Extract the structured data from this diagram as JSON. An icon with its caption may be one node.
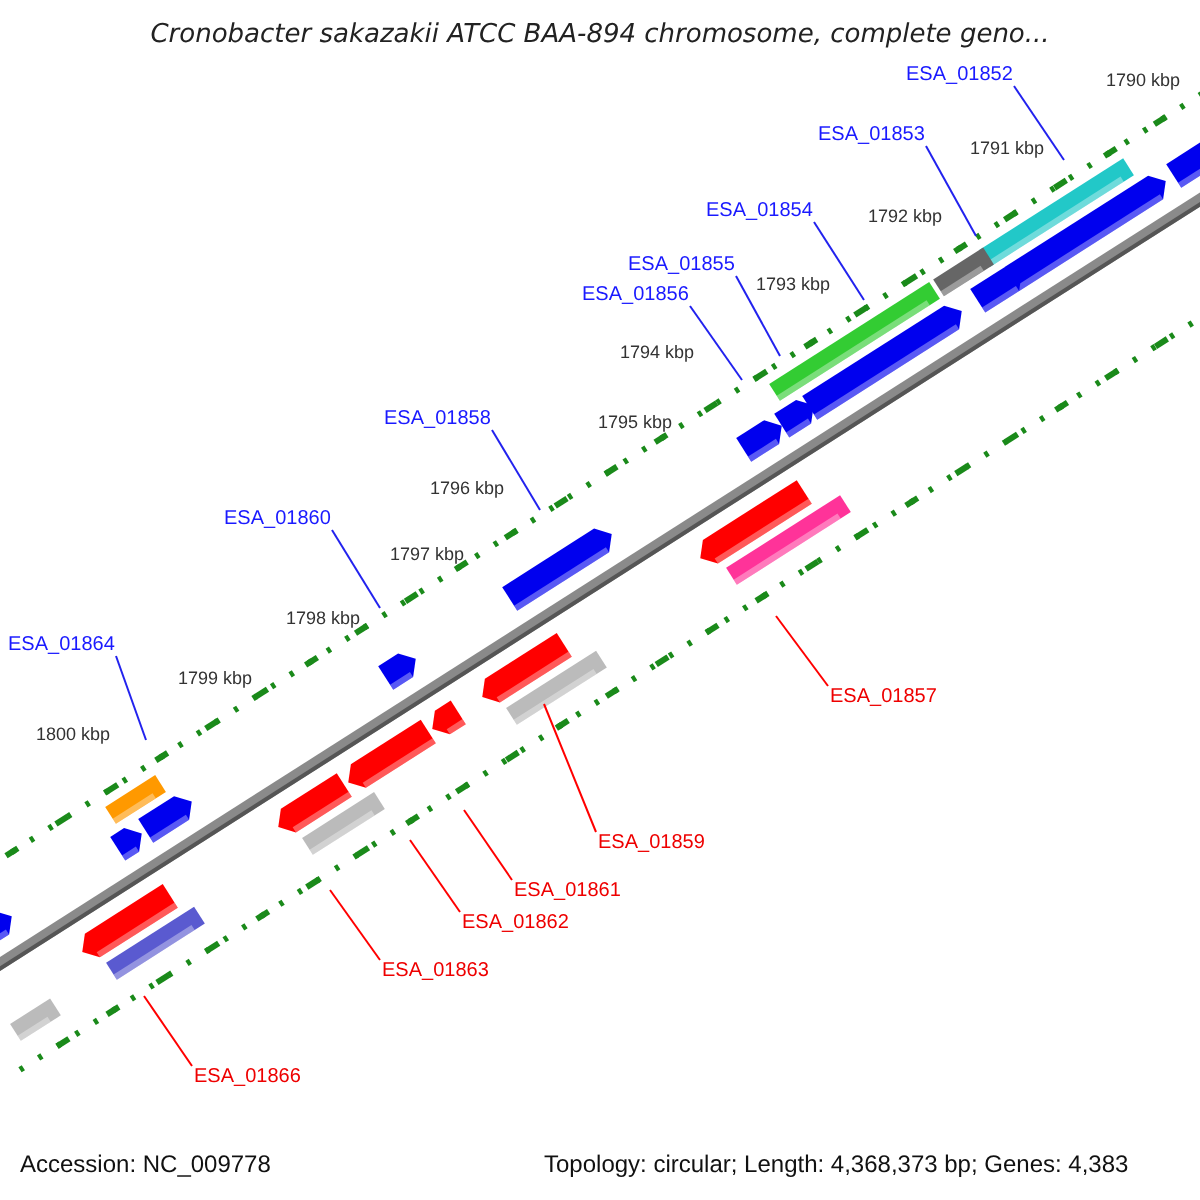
{
  "diagram": {
    "title": "Cronobacter sakazakii ATCC BAA-894 chromosome, complete geno...",
    "nodes": [
      {
        "text": [
          "ESA_01852"
        ]
      },
      {
        "text": [
          "ESA_01853"
        ]
      },
      {
        "text": [
          "ESA_01854"
        ]
      },
      {
        "text": [
          "ESA_01855"
        ]
      },
      {
        "text": [
          "ESA_01856"
        ]
      },
      {
        "text": [
          "ESA_01858"
        ]
      },
      {
        "text": [
          "ESA_01860"
        ]
      },
      {
        "text": [
          "ESA_01864"
        ]
      },
      {
        "text": [
          "ESA_01857"
        ]
      },
      {
        "text": [
          "ESA_01859"
        ]
      },
      {
        "text": [
          "ESA_01861"
        ]
      },
      {
        "text": [
          "ESA_01862"
        ]
      },
      {
        "text": [
          "ESA_01863"
        ]
      },
      {
        "text": [
          "ESA_01866"
        ]
      }
    ],
    "edges": [
      {
        "from": 0,
        "to": null,
        "arrow": "none"
      },
      {
        "from": 1,
        "to": null,
        "arrow": "none"
      },
      {
        "from": 2,
        "to": null,
        "arrow": "none"
      },
      {
        "from": 3,
        "to": null,
        "arrow": "none"
      },
      {
        "from": 4,
        "to": null,
        "arrow": "none"
      },
      {
        "from": 5,
        "to": null,
        "arrow": "none"
      },
      {
        "from": 6,
        "to": null,
        "arrow": "none"
      },
      {
        "from": 7,
        "to": null,
        "arrow": "none"
      },
      {
        "from": 8,
        "to": null,
        "arrow": "none",
        "color": "#ff0000"
      },
      {
        "from": 9,
        "to": null,
        "arrow": "none",
        "color": "#ff0000"
      },
      {
        "from": 10,
        "to": null,
        "arrow": "none",
        "color": "#ff0000"
      },
      {
        "from": 11,
        "to": null,
        "arrow": "none",
        "color": "#ff0000"
      },
      {
        "from": 12,
        "to": null,
        "arrow": "none",
        "color": "#ff0000"
      },
      {
        "from": 13,
        "to": null,
        "arrow": "none",
        "color": "#ff0000"
      }
    ],
    "labels": [
      "1790 kbp",
      "1791 kbp",
      "1792 kbp",
      "1793 kbp",
      "1794 kbp",
      "1795 kbp",
      "1796 kbp",
      "1797 kbp",
      "1798 kbp",
      "1799 kbp",
      "1800 kbp",
      "Accession: NC_009778",
      "Topology: circular; Length: 4,368,373 bp; Genes: 4,383"
    ]
  }
}
